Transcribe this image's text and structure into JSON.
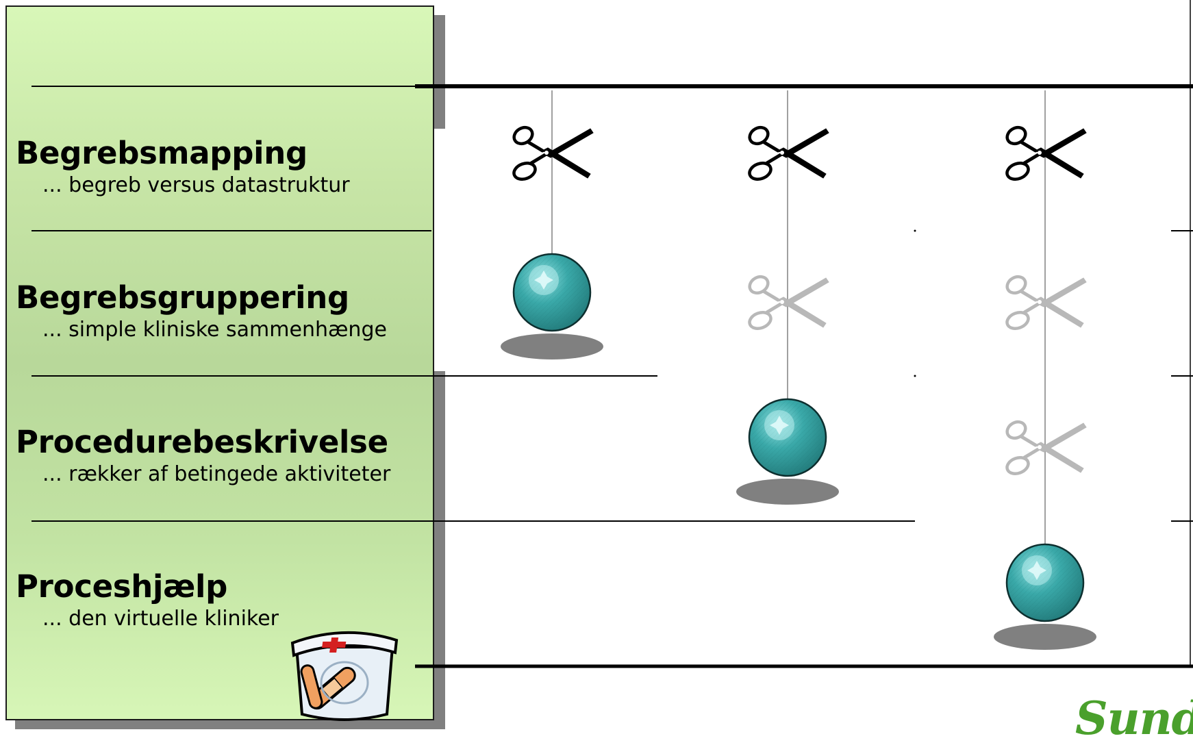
{
  "rows": [
    {
      "title": "Begrebsmapping",
      "subtitle": "... begreb versus datastruktur"
    },
    {
      "title": "Begrebsgruppering",
      "subtitle": "... simple kliniske sammenhænge"
    },
    {
      "title": "Procedurebeskrivelse",
      "subtitle": "... rækker af betingede aktiviteter"
    },
    {
      "title": "Proceshjælp",
      "subtitle": "... den virtuelle kliniker"
    }
  ],
  "pendulums": [
    {
      "ball_row": 2,
      "faded_scissors_rows": []
    },
    {
      "ball_row": 3,
      "faded_scissors_rows": [
        2
      ]
    },
    {
      "ball_row": 4,
      "faded_scissors_rows": [
        2,
        3
      ]
    }
  ],
  "colors": {
    "panel_green": "#c7e5a6",
    "ball_teal": "#3aa9a9",
    "shadow_gray": "#808080",
    "faded_gray": "#b8b8b8",
    "logo_green": "#4aa02c"
  },
  "icons": {
    "scissors": "scissors-icon",
    "ball": "pendulum-ball-icon",
    "first_aid": "first-aid-kit-icon"
  },
  "logo": {
    "text": "Sund"
  }
}
